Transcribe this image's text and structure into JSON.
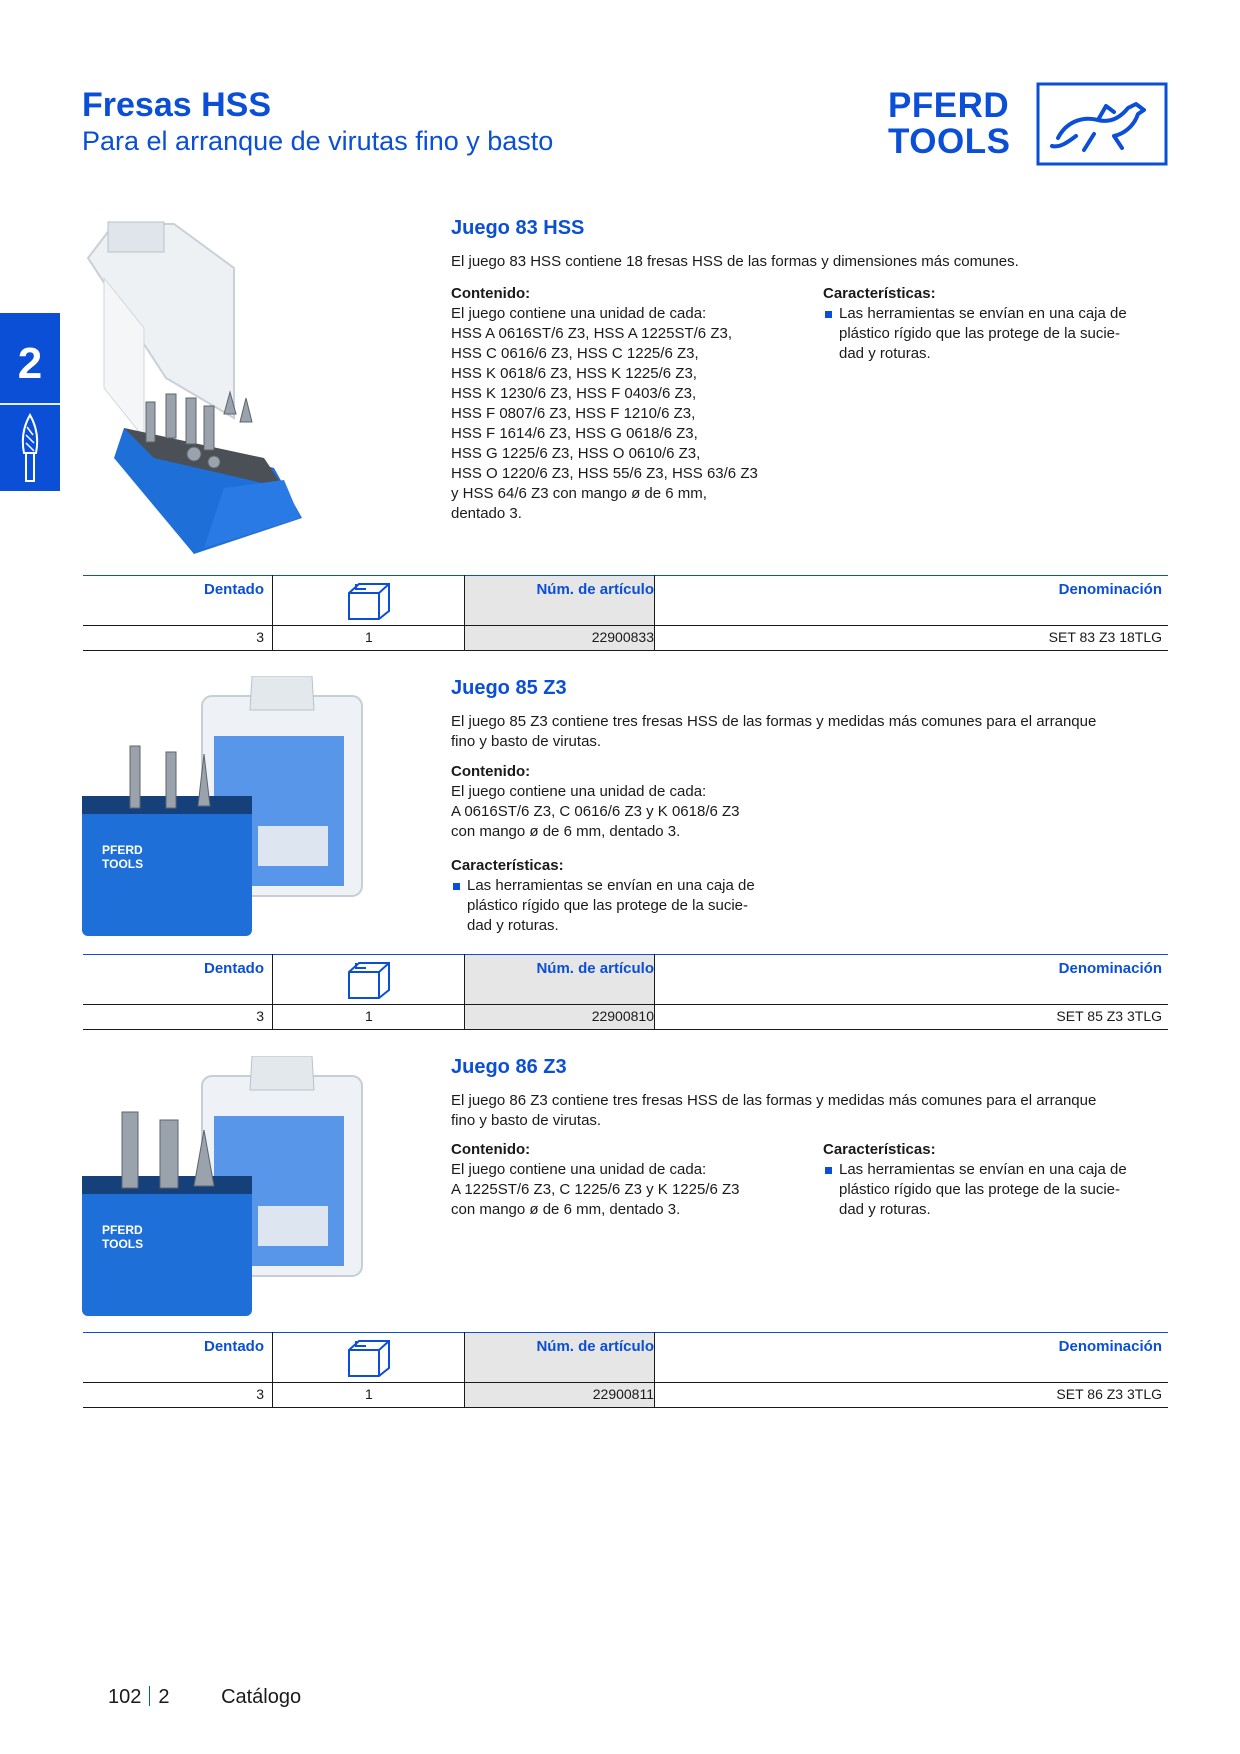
{
  "header": {
    "title": "Fresas HSS",
    "subtitle": "Para el arranque de virutas fino y basto",
    "logo_line1": "PFERD",
    "logo_line2": "TOOLS"
  },
  "side_tab": {
    "chapter": "2"
  },
  "colors": {
    "accent": "#0a4fd6",
    "shade": "#e6e6e6"
  },
  "table_headers": {
    "dentado": "Dentado",
    "articulo": "Núm. de artículo",
    "denominacion": "Denominación"
  },
  "sections": [
    {
      "title": "Juego 83 HSS",
      "description": "El juego 83 HSS contiene 18 fresas HSS de las formas y dimensiones más comunes.",
      "contenido_label": "Contenido:",
      "contenido_lines": [
        "El juego contiene una unidad de cada:",
        "HSS A 0616ST/6 Z3, HSS A 1225ST/6 Z3,",
        "HSS C 0616/6 Z3, HSS C 1225/6 Z3,",
        "HSS K 0618/6 Z3, HSS K 1225/6 Z3,",
        "HSS K 1230/6 Z3, HSS F 0403/6 Z3,",
        "HSS F 0807/6 Z3, HSS F 1210/6 Z3,",
        "HSS F 1614/6 Z3, HSS G 0618/6 Z3,",
        "HSS G 1225/6 Z3, HSS O 0610/6 Z3,",
        "HSS O 1220/6 Z3, HSS 55/6 Z3, HSS 63/6 Z3",
        "y HSS 64/6 Z3 con mango ø de 6 mm,",
        "dentado 3."
      ],
      "caracteristicas_label": "Características:",
      "caracteristicas_lines": [
        "Las herramientas se envían en una caja de",
        "plástico rígido que las protege de la sucie-",
        "dad y roturas."
      ],
      "row": {
        "dentado": "3",
        "pack": "1",
        "articulo": "22900833",
        "denominacion": "SET 83 Z3 18TLG"
      }
    },
    {
      "title": "Juego 85 Z3",
      "description_lines": [
        "El juego 85 Z3 contiene tres fresas HSS de las formas y medidas más comunes para el arranque",
        "fino y basto de virutas."
      ],
      "contenido_label": "Contenido:",
      "contenido_lines": [
        "El juego contiene una unidad de cada:",
        "A 0616ST/6 Z3, C 0616/6 Z3 y K 0618/6 Z3",
        "con mango ø de 6 mm, dentado 3."
      ],
      "caracteristicas_label": "Características:",
      "caracteristicas_lines": [
        "Las herramientas se envían en una caja de",
        "plástico rígido que las protege de la sucie-",
        "dad y roturas."
      ],
      "row": {
        "dentado": "3",
        "pack": "1",
        "articulo": "22900810",
        "denominacion": "SET 85 Z3 3TLG"
      }
    },
    {
      "title": "Juego 86 Z3",
      "description_lines": [
        "El juego 86 Z3 contiene tres fresas HSS de las formas y medidas más comunes para el arranque",
        "fino y basto de virutas."
      ],
      "contenido_label": "Contenido:",
      "contenido_lines": [
        "El juego contiene una unidad de cada:",
        "A 1225ST/6 Z3, C 1225/6 Z3 y K 1225/6 Z3",
        "con mango ø de 6 mm, dentado 3."
      ],
      "caracteristicas_label": "Características:",
      "caracteristicas_lines": [
        "Las herramientas se envían en una caja de",
        "plástico rígido que las protege de la sucie-",
        "dad y roturas."
      ],
      "row": {
        "dentado": "3",
        "pack": "1",
        "articulo": "22900811",
        "denominacion": "SET 86 Z3 3TLG"
      }
    }
  ],
  "footer": {
    "page": "102",
    "chapter": "2",
    "label": "Catálogo"
  }
}
